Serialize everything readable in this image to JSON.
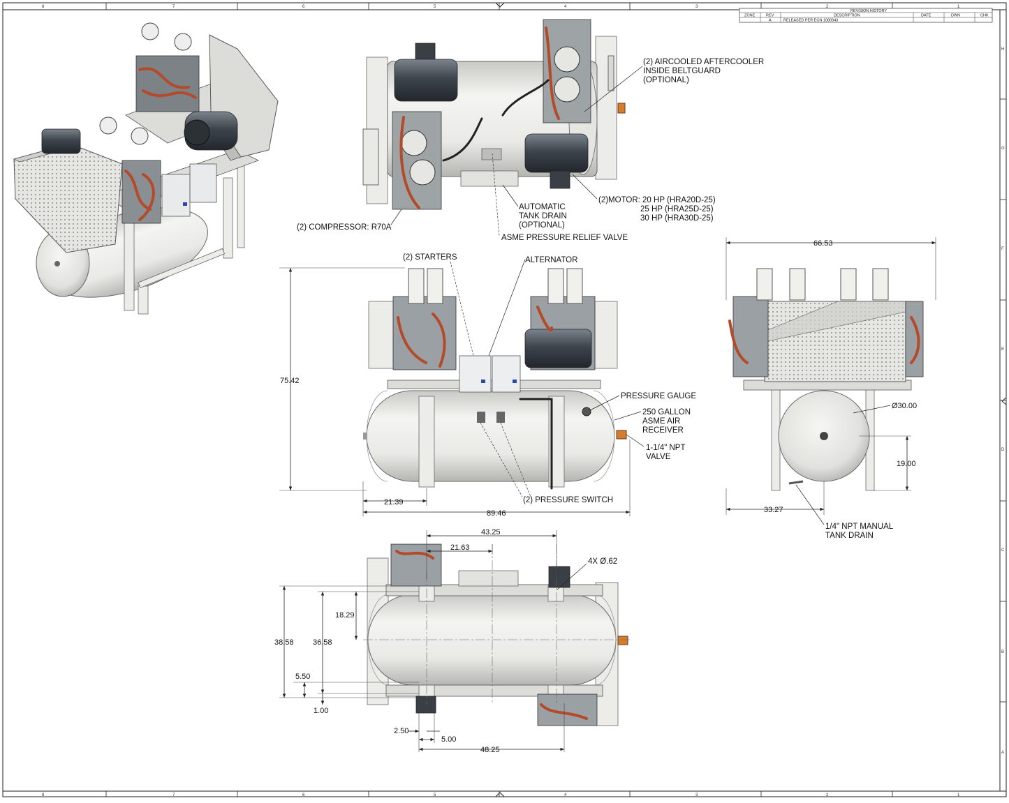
{
  "revision_block": {
    "title": "REVISION HISTORY",
    "headers": [
      "ZONE",
      "REV",
      "DESCRIPTION",
      "DATE",
      "DWN",
      "CHK"
    ],
    "row": {
      "zone": "",
      "rev": "A",
      "description": "RELEASED PER ECN 1080943",
      "date": "",
      "dwn": "",
      "chk": ""
    }
  },
  "zones": {
    "columns": [
      "8",
      "7",
      "6",
      "5",
      "4",
      "3",
      "2",
      "1"
    ],
    "rows": [
      "H",
      "G",
      "F",
      "E",
      "D",
      "C",
      "B",
      "A"
    ]
  },
  "callouts": {
    "aftercooler": [
      "(2) AIRCOOLED AFTERCOOLER",
      "INSIDE BELTGUARD",
      "(OPTIONAL)"
    ],
    "motor": [
      "(2)MOTOR: 20 HP (HRA20D-25)",
      "25 HP (HRA25D-25)",
      "30 HP (HRA30D-25)"
    ],
    "tank_drain": [
      "AUTOMATIC",
      "TANK DRAIN",
      "(OPTIONAL)"
    ],
    "compressor": "(2) COMPRESSOR: R70A",
    "relief_valve": "ASME PRESSURE RELIEF VALVE",
    "starters": "(2) STARTERS",
    "alternator": "ALTERNATOR",
    "pressure_gauge": "PRESSURE GAUGE",
    "receiver": [
      "250 GALLON",
      "ASME AIR",
      "RECEIVER"
    ],
    "npt_valve": [
      "1-1/4\" NPT",
      "VALVE"
    ],
    "pressure_switch": "(2) PRESSURE SWITCH",
    "manual_drain": [
      "1/4\" NPT MANUAL",
      "TANK DRAIN"
    ],
    "holes": "4X Ø.62"
  },
  "dimensions": {
    "front_height": "75.42",
    "front_leg_offset": "21.39",
    "front_length": "89.46",
    "side_width": "66.53",
    "side_tank_dia": "Ø30.00",
    "side_tank_center_height": "19.00",
    "side_center_offset": "33.27",
    "top_span_43": "43.25",
    "top_span_21": "21.63",
    "top_overall_depth": "38.58",
    "top_foot_depth": "36.58",
    "top_half_depth": "18.29",
    "top_inset_550": "5.50",
    "top_inset_100": "1.00",
    "top_inset_250": "2.50",
    "top_foot_500": "5.00",
    "top_foot_span": "48.25"
  }
}
